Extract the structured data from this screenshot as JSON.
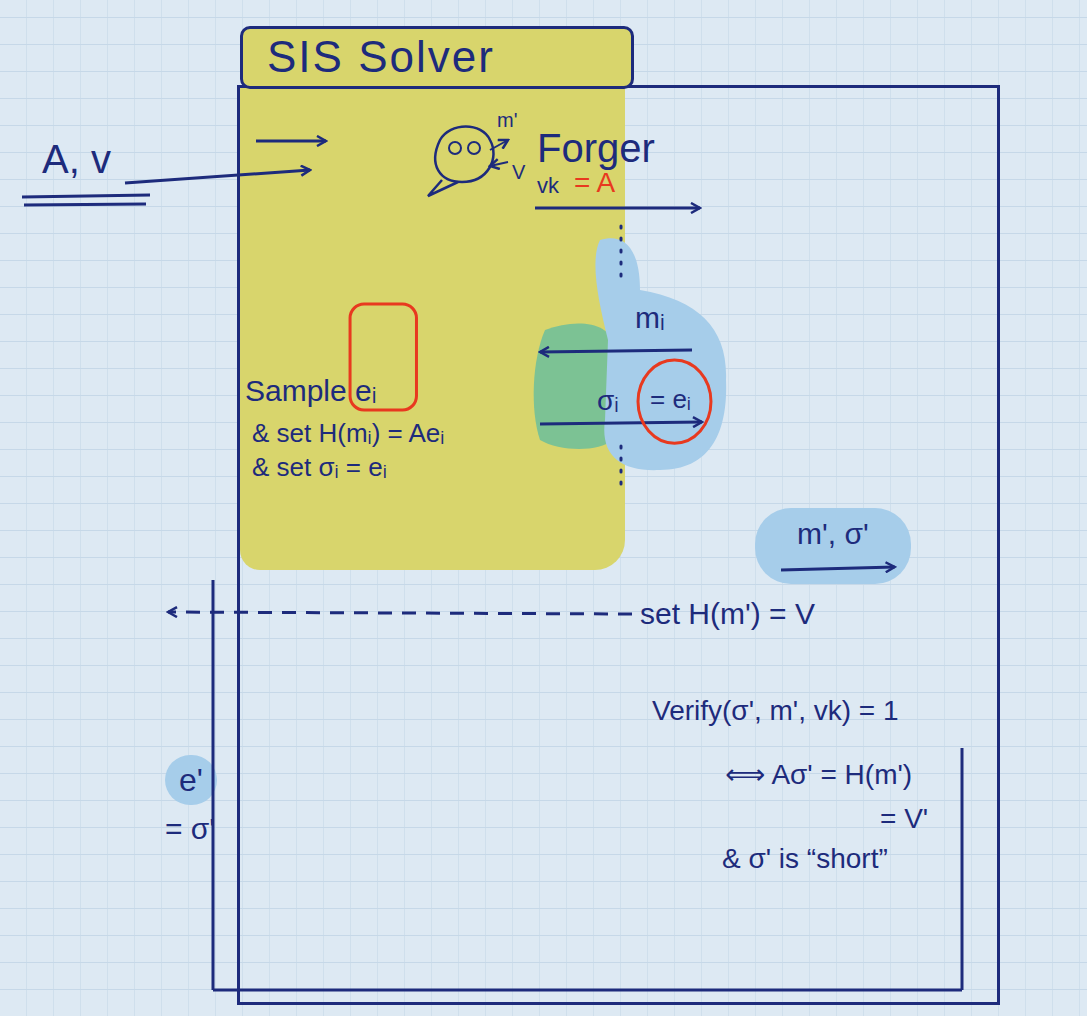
{
  "diagram": {
    "nodes": [
      {
        "text": [
          "SIS Solver"
        ]
      },
      {
        "text": [
          "Sample eᵢ",
          "& set H(mᵢ) = Aeᵢ",
          "& set σᵢ = eᵢ"
        ],
        "in": 0
      },
      {
        "text": [
          "m', σ'"
        ],
        "in": 0
      },
      {
        "text": [
          "e'",
          "= σ'"
        ]
      }
    ],
    "labels": [
      "A, v",
      "m'",
      "V",
      "Forger",
      "vk",
      "= A",
      "mᵢ",
      "σᵢ",
      "= eᵢ",
      "set H(m') = V",
      "Verify(σ', m', vk) = 1",
      "⟺ Aσ' = H(m')",
      "= V'",
      "& σ' is “short”"
    ]
  }
}
